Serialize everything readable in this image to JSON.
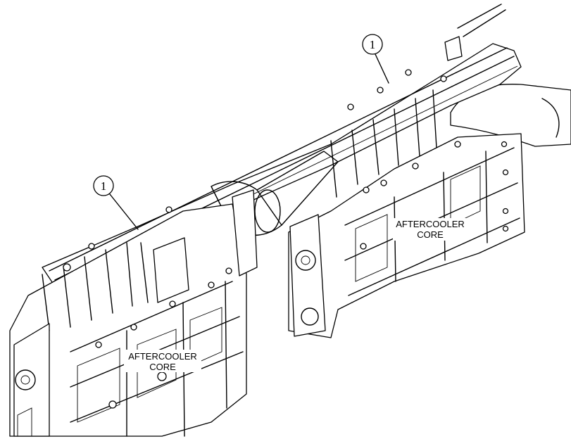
{
  "callouts": [
    {
      "number": "1"
    },
    {
      "number": "1"
    }
  ],
  "labels": {
    "left_core_line1": "AFTERCOOLER",
    "left_core_line2": "CORE",
    "right_core_line1": "AFTERCOOLER",
    "right_core_line2": "CORE"
  }
}
